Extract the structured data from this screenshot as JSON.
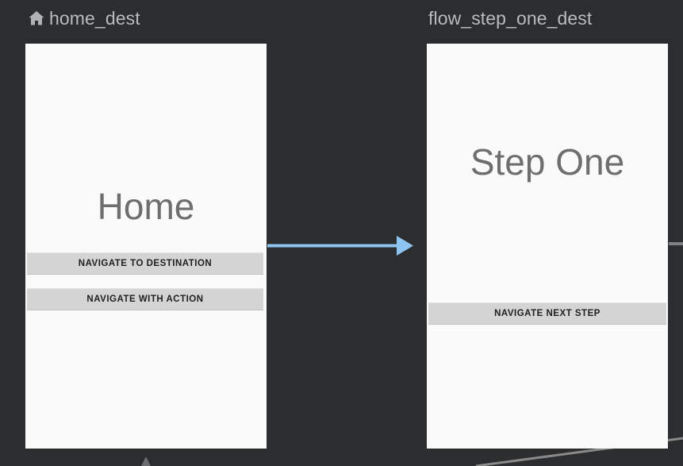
{
  "canvas": {
    "background_color": "#2b2d2e",
    "arrow_color": "#8ec4f0",
    "edge_color": "#8a8a8a"
  },
  "destinations": [
    {
      "id": "home_dest",
      "label": "home_dest",
      "icon": "home-icon",
      "is_start_destination": true,
      "preview": {
        "title": "Home",
        "buttons": [
          {
            "id": "navigate-to-destination",
            "label": "NAVIGATE TO DESTINATION"
          },
          {
            "id": "navigate-with-action",
            "label": "NAVIGATE WITH ACTION"
          }
        ]
      }
    },
    {
      "id": "flow_step_one_dest",
      "label": "flow_step_one_dest",
      "icon": null,
      "is_start_destination": false,
      "preview": {
        "title": "Step One",
        "buttons": [
          {
            "id": "navigate-next-step",
            "label": "NAVIGATE NEXT STEP"
          }
        ]
      }
    }
  ],
  "connections": [
    {
      "id": "home-to-step-one",
      "from": "home_dest",
      "to": "flow_step_one_dest",
      "style": "solid-arrow",
      "color": "#8ec4f0"
    },
    {
      "id": "incoming-to-home",
      "from": "",
      "to": "home_dest",
      "style": "arrowhead-only",
      "color": "#6c6e70"
    },
    {
      "id": "step-one-outgoing-diagonal",
      "from": "flow_step_one_dest",
      "to": "",
      "style": "diagonal-line",
      "color": "#8a8a8a"
    },
    {
      "id": "step-one-right-stub",
      "from": "flow_step_one_dest",
      "to": "",
      "style": "horizontal-stub",
      "color": "#8a8a8a"
    }
  ]
}
